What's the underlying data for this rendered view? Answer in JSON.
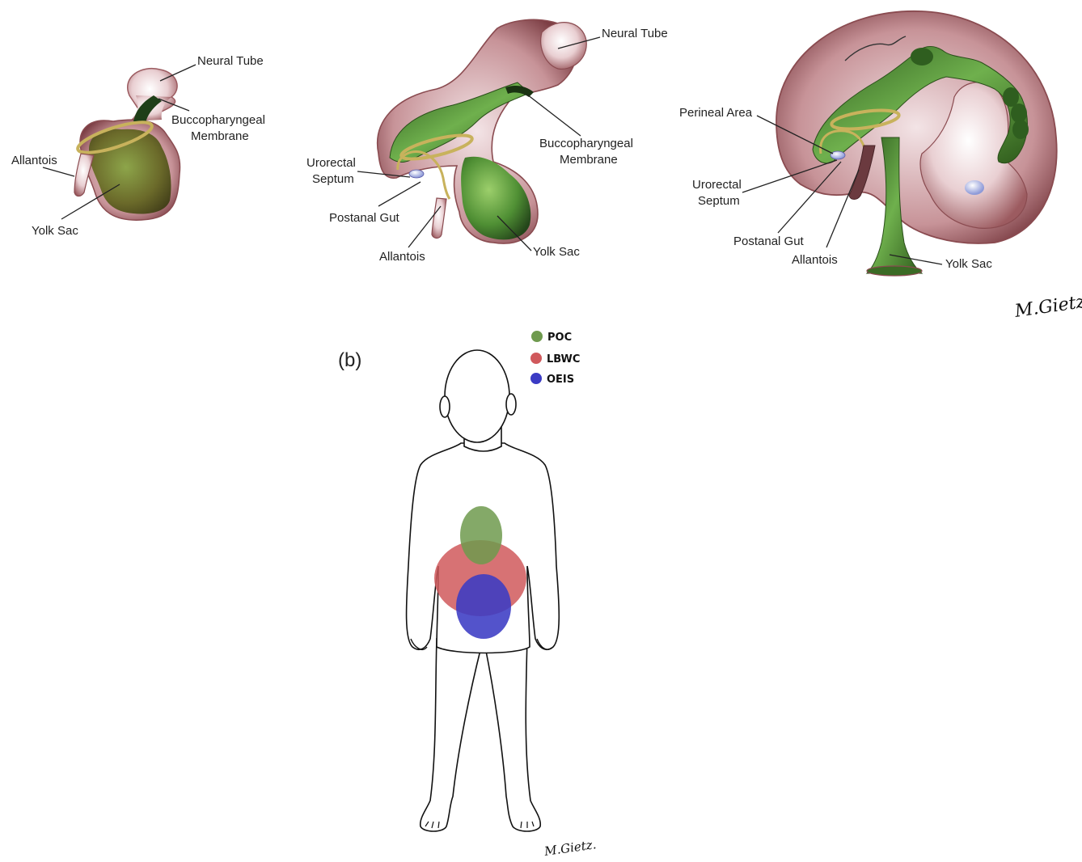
{
  "panel_a": {
    "early_embryo": {
      "labels": {
        "neural_tube": "Neural Tube",
        "buccopharyngeal_membrane_line1": "Buccopharyngeal",
        "buccopharyngeal_membrane_line2": "Membrane",
        "allantois": "Allantois",
        "yolk_sac": "Yolk Sac"
      }
    },
    "middle_embryo": {
      "labels": {
        "neural_tube": "Neural Tube",
        "buccopharyngeal_membrane_line1": "Buccopharyngeal",
        "buccopharyngeal_membrane_line2": "Membrane",
        "urorectal_septum_line1": "Urorectal",
        "urorectal_septum_line2": "Septum",
        "postanal_gut": "Postanal Gut",
        "allantois": "Allantois",
        "yolk_sac": "Yolk Sac"
      }
    },
    "late_embryo": {
      "labels": {
        "perineal_area": "Perineal Area",
        "urorectal_septum_line1": "Urorectal",
        "urorectal_septum_line2": "Septum",
        "postanal_gut": "Postanal Gut",
        "allantois": "Allantois",
        "yolk_sac": "Yolk Sac"
      }
    },
    "signature": "M.Gietz."
  },
  "panel_b": {
    "panel_label": "(b)",
    "legend": [
      {
        "label": "POC",
        "color": "#6f9a4e"
      },
      {
        "label": "LBWC",
        "color": "#d0595c"
      },
      {
        "label": "OEIS",
        "color": "#3b3bc4"
      }
    ],
    "regions": [
      {
        "name": "POC",
        "color": "#6f9a4e"
      },
      {
        "name": "LBWC",
        "color": "#d0595c"
      },
      {
        "name": "OEIS",
        "color": "#3b3bc4"
      }
    ],
    "signature": "M.Gietz."
  }
}
